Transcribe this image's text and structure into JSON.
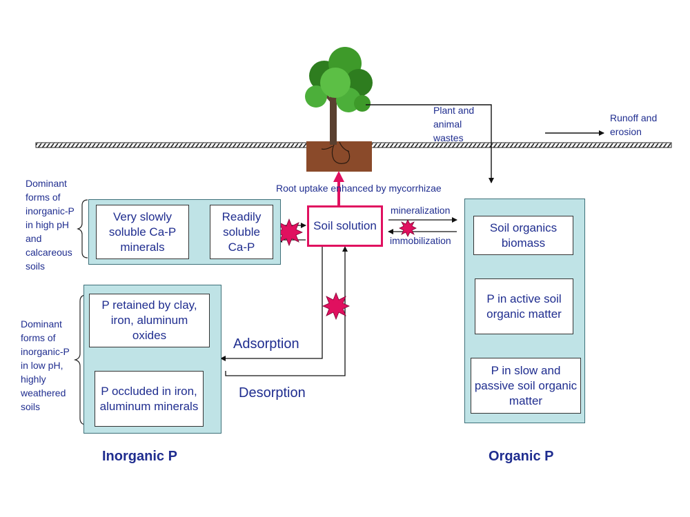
{
  "labels": {
    "plant_wastes": "Plant and animal wastes",
    "runoff": "Runoff and erosion",
    "root_uptake": "Root uptake enhanced by mycorrhizae",
    "mineralization": "mineralization",
    "immobilization": "immobilization",
    "adsorption": "Adsorption",
    "desorption": "Desorption"
  },
  "notes": {
    "high_ph": "Dominant forms of inorganic-P in high pH and calcareous soils",
    "low_ph": "Dominant forms of inorganic-P in low pH, highly weathered soils"
  },
  "boxes": {
    "very_slowly": "Very slowly soluble Ca-P minerals",
    "readily": "Readily soluble Ca-P",
    "soil_solution": "Soil solution",
    "retained": "P retained by clay, iron, aluminum oxides",
    "occluded": "P occluded in iron, aluminum minerals",
    "soil_organics": "Soil organics biomass",
    "active_som": "P in active soil organic matter",
    "slow_som": "P in slow and passive soil organic matter"
  },
  "headings": {
    "inorganic": "Inorganic P",
    "organic": "Organic P"
  },
  "colors": {
    "panel": "#bfe3e6",
    "text": "#1f2d8f",
    "soil_solution_border": "#e0105f",
    "burst": "#e0105f"
  }
}
